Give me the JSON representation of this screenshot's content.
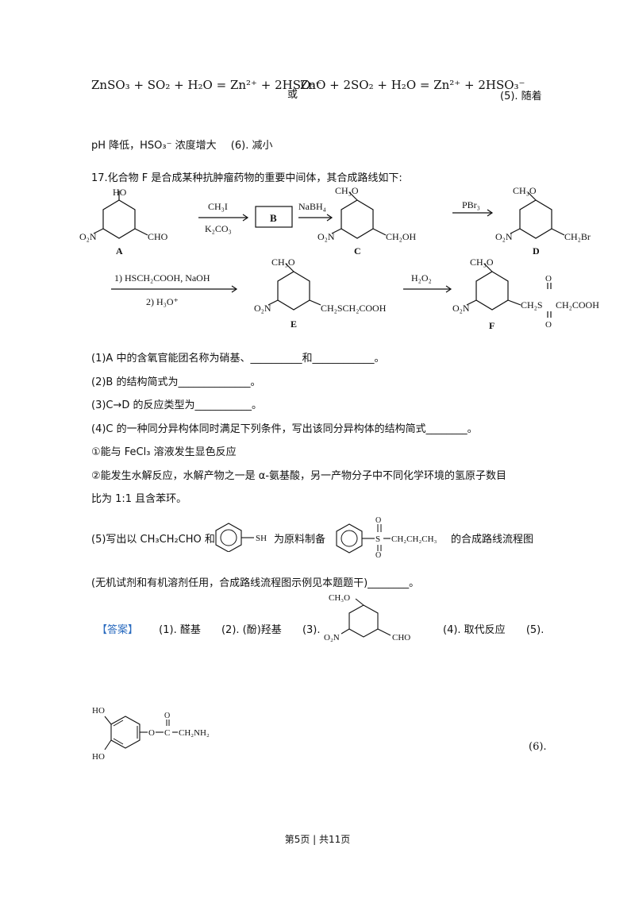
{
  "top": {
    "eq1": "ZnSO₃ + SO₂ + H₂O = Zn²⁺ + 2HSO₃⁻",
    "or": "或",
    "eq2": "ZnO + 2SO₂ + H₂O = Zn²⁺ + 2HSO₃⁻",
    "ans5": "(5). 随着",
    "line2": "pH 降低，HSO₃⁻ 浓度增大",
    "ans6": "(6). 减小"
  },
  "q17": {
    "stem": "17.化合物 F 是合成某种抗肿瘤药物的重要中间体，其合成路线如下:",
    "scheme": {
      "labels": [
        "A",
        "B",
        "C",
        "D",
        "E",
        "F"
      ],
      "reagents": {
        "r1_top": "CH₃I",
        "r1_bot": "K₂CO₃",
        "r2": "NaBH₄",
        "r3": "PBr₃",
        "r4_top": "1) HSCH₂COOH, NaOH",
        "r4_bot": "2) H₃O⁺",
        "r5": "H₂O₂"
      },
      "groups": {
        "ho": "HO",
        "meo": "CH₃O",
        "no2": "O₂N",
        "cho": "CHO",
        "ch2oh": "CH₂OH",
        "ch2br": "CH₂Br",
        "e_side": "CH₂SCH₂COOH",
        "f_side1": "CH₂S",
        "f_side2": "CH₂COOH",
        "o": "O"
      }
    },
    "sub1": "(1)A 中的含氧官能团名称为硝基、__________和____________。",
    "sub2": "(2)B 的结构简式为______________。",
    "sub3": "(3)C→D 的反应类型为___________。",
    "sub4": "(4)C 的一种同分异构体同时满足下列条件，写出该同分异构体的结构简式________。",
    "cond1": "①能与 FeCl₃ 溶液发生显色反应",
    "cond2a": "②能发生水解反应，水解产物之一是 α-氨基酸，另一产物分子中不同化学环境的氢原子数目",
    "cond2b": "比为 1:1 且含苯环。",
    "sub5_a": "(5)写出以 CH₃CH₂CHO 和",
    "sub5_b": "为原料制备",
    "sub5_c": "的合成路线流程图",
    "sh": "SH",
    "sulfone_s": "S",
    "sulfone_chain": "CH₂CH₂CH₃",
    "sub5_note": "(无机试剂和有机溶剂任用，合成路线流程图示例见本题题干)________。"
  },
  "answer": {
    "tag": "【答案】",
    "a1": "(1). 醛基",
    "a2": "(2). (酚)羟基",
    "a3": "(3).",
    "a4": "(4). 取代反应",
    "a5": "(5).",
    "a6": "(6).",
    "ester": {
      "ho1": "HO",
      "ho2": "HO",
      "link": "O",
      "carbonyl_o": "O",
      "c": "C",
      "chain": "CH₂NH₂"
    }
  },
  "footer": {
    "page": "第5页 | 共11页"
  }
}
